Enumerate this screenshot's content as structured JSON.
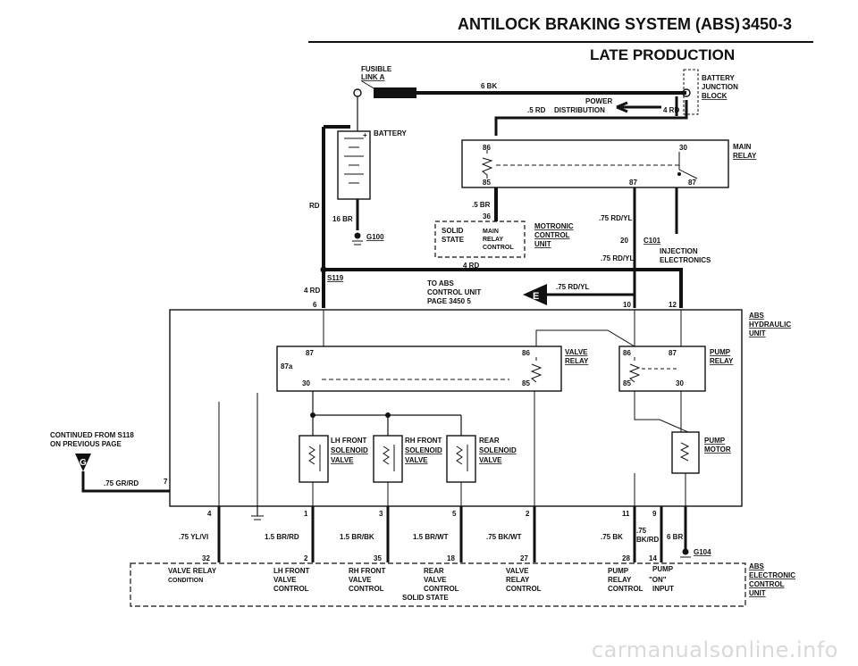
{
  "header": {
    "title": "ANTILOCK BRAKING SYSTEM (ABS)",
    "page_number": "3450-3",
    "subtitle": "LATE PRODUCTION"
  },
  "top": {
    "fusible_link_1": "FUSIBLE",
    "fusible_link_2": "LINK A",
    "wire_6bk": "6 BK",
    "battery_junction_1": "BATTERY",
    "battery_junction_2": "JUNCTION",
    "battery_junction_3": "BLOCK",
    "power_dist_1": "POWER",
    "power_dist_2": "DISTRIBUTION",
    "wire_5rd": ".5 RD",
    "wire_4rd_top": "4 RD",
    "battery": "BATTERY",
    "wire_rd": "RD",
    "wire_16br": "16 BR",
    "ground_g100": "G100",
    "main_relay_1": "MAIN",
    "main_relay_2": "RELAY",
    "mr_86": "86",
    "mr_30": "30",
    "mr_85": "85",
    "mr_87": "87",
    "mr_87b": "87",
    "wire_5br": ".5 BR",
    "pin_36": "36",
    "solid_state": "SOLID",
    "solid_state_2": "STATE",
    "main_relay_ctrl_1": "MAIN",
    "main_relay_ctrl_2": "RELAY",
    "main_relay_ctrl_3": "CONTROL",
    "motronic_1": "MOTRONIC",
    "motronic_2": "CONTROL",
    "motronic_3": "UNIT",
    "wire_75rdyl_a": ".75 RD/YL",
    "pin_20": "20",
    "conn_c101": "C101",
    "wire_75rdyl_b": ".75 RD/YL",
    "injection_1": "INJECTION",
    "injection_2": "ELECTRONICS",
    "wire_4rd_mid": "4 RD",
    "splice_s119": "S119",
    "wire_4rd_left": "4 RD",
    "pin_6": "6",
    "to_abs_1": "TO ABS",
    "to_abs_2": "CONTROL UNIT",
    "to_abs_3": "PAGE 3450 5",
    "callout_e": "E",
    "wire_75rdyl_c": ".75 RD/YL",
    "pin_10": "10",
    "pin_12": "12"
  },
  "hydraulic": {
    "label_1": "ABS",
    "label_2": "HYDRAULIC",
    "label_3": "UNIT",
    "vr_87": "87",
    "vr_87a": "87a",
    "vr_30": "30",
    "vr_86": "86",
    "vr_85": "85",
    "valve_relay_1": "VALVE",
    "valve_relay_2": "RELAY",
    "pr_86": "86",
    "pr_87": "87",
    "pr_85": "85",
    "pr_30": "30",
    "pump_relay_1": "PUMP",
    "pump_relay_2": "RELAY",
    "lh_front_1": "LH FRONT",
    "lh_front_2": "SOLENOID",
    "lh_front_3": "VALVE",
    "rh_front_1": "RH FRONT",
    "rh_front_2": "SOLENOID",
    "rh_front_3": "VALVE",
    "rear_1": "REAR",
    "rear_2": "SOLENOID",
    "rear_3": "VALVE",
    "pump_motor_1": "PUMP",
    "pump_motor_2": "MOTOR"
  },
  "left": {
    "continued_1": "CONTINUED FROM S118",
    "continued_2": "ON PREVIOUS PAGE",
    "callout_g": "G",
    "wire_75grrd": ".75 GR/RD",
    "pin_7": "7"
  },
  "bottom_wires": {
    "p4": "4",
    "p1": "1",
    "p3": "3",
    "p5": "5",
    "p2": "2",
    "p11": "11",
    "p9": "9",
    "w_75ylvi": ".75 YL/VI",
    "w_15brrd": "1.5 BR/RD",
    "w_15brbk": "1.5 BR/BK",
    "w_15brwt": "1.5 BR/WT",
    "w_75bkwt": ".75 BK/WT",
    "w_75bk": ".75 BK",
    "w_75brrd_1": ".75",
    "w_75brrd_2": "BK/RD",
    "w_6br": "6 BR",
    "g104": "G104",
    "p32": "32",
    "p2b": "2",
    "p35": "35",
    "p18": "18",
    "p27": "27",
    "p28": "28",
    "p14": "14"
  },
  "ecu": {
    "c1_1": "VALVE RELAY",
    "c1_2": "CONDITION",
    "c2_1": "LH FRONT",
    "c2_2": "VALVE",
    "c2_3": "CONTROL",
    "c3_1": "RH FRONT",
    "c3_2": "VALVE",
    "c3_3": "CONTROL",
    "c4_1": "REAR",
    "c4_2": "VALVE",
    "c4_3": "CONTROL",
    "c5_1": "VALVE",
    "c5_2": "RELAY",
    "c5_3": "CONTROL",
    "c6_1": "PUMP",
    "c6_2": "RELAY",
    "c6_3": "CONTROL",
    "c7_1": "PUMP",
    "c7_2": "\"ON\"",
    "c7_3": "INPUT",
    "solid_state": "SOLID STATE",
    "abs_1": "ABS",
    "abs_2": "ELECTRONIC",
    "abs_3": "CONTROL",
    "abs_4": "UNIT"
  },
  "watermark": "carmanualsonline.info"
}
